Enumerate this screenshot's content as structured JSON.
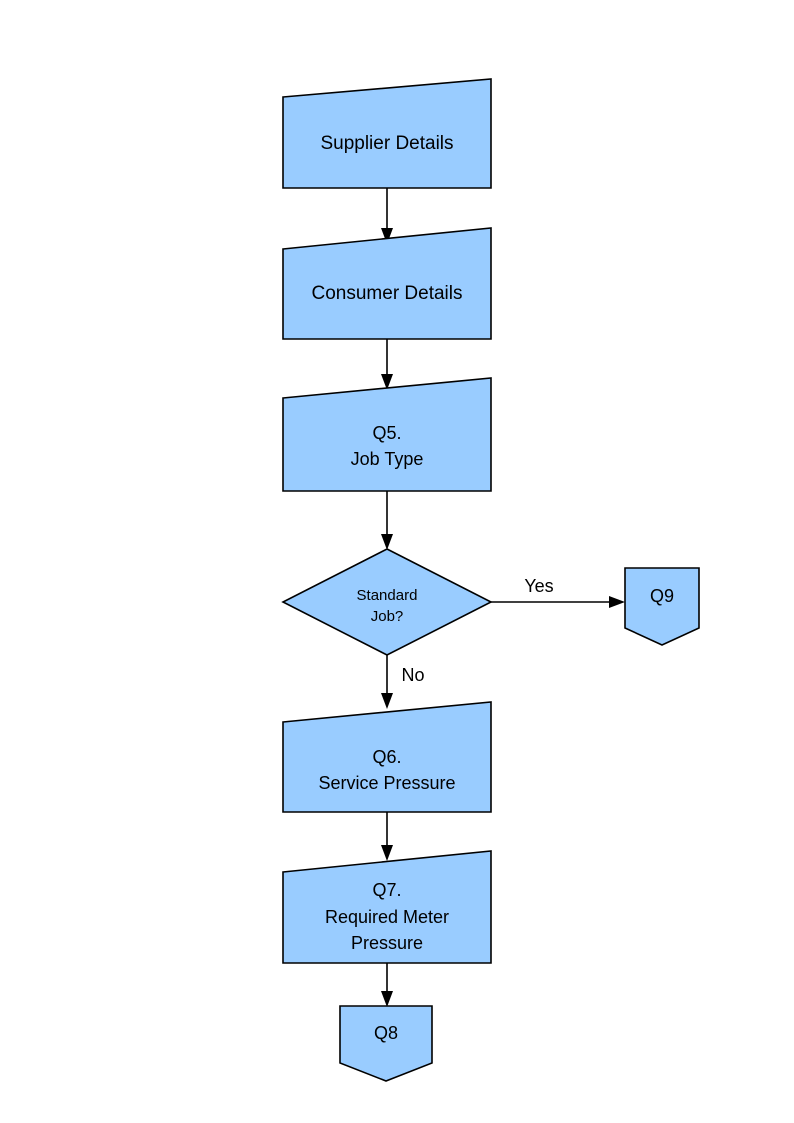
{
  "diagram": {
    "type": "flowchart",
    "orientation": "top-to-bottom",
    "background_color": "#ffffff",
    "node_fill_color": "#99ccff",
    "node_stroke_color": "#000000",
    "text_color": "#000000",
    "nodes": [
      {
        "id": "supplier-details",
        "label": "Supplier Details",
        "lines": [
          "Supplier Details"
        ],
        "shape": "slanted-top-rectangle"
      },
      {
        "id": "consumer-details",
        "label": "Consumer Details",
        "lines": [
          "Consumer Details"
        ],
        "shape": "slanted-top-rectangle"
      },
      {
        "id": "q5-job-type",
        "label": "Q5. Job Type",
        "lines": [
          "Q5.",
          "Job Type"
        ],
        "shape": "slanted-top-rectangle"
      },
      {
        "id": "standard-job-decision",
        "label": "Standard Job?",
        "lines": [
          "Standard",
          "Job?"
        ],
        "shape": "diamond"
      },
      {
        "id": "q9",
        "label": "Q9",
        "lines": [
          "Q9"
        ],
        "shape": "shield-pointed-bottom"
      },
      {
        "id": "q6-service-pressure",
        "label": "Q6. Service Pressure",
        "lines": [
          "Q6.",
          "Service Pressure"
        ],
        "shape": "slanted-top-rectangle"
      },
      {
        "id": "q7-required-meter-pressure",
        "label": "Q7. Required Meter Pressure",
        "lines": [
          "Q7.",
          "Required Meter",
          "Pressure"
        ],
        "shape": "slanted-top-rectangle"
      },
      {
        "id": "q8",
        "label": "Q8",
        "lines": [
          "Q8"
        ],
        "shape": "shield-pointed-bottom"
      }
    ],
    "edges": [
      {
        "id": "e1",
        "from": "supplier-details",
        "to": "consumer-details",
        "label": ""
      },
      {
        "id": "e2",
        "from": "consumer-details",
        "to": "q5-job-type",
        "label": ""
      },
      {
        "id": "e3",
        "from": "q5-job-type",
        "to": "standard-job-decision",
        "label": ""
      },
      {
        "id": "e4",
        "from": "standard-job-decision",
        "to": "q9",
        "label": "Yes"
      },
      {
        "id": "e5",
        "from": "standard-job-decision",
        "to": "q6-service-pressure",
        "label": "No"
      },
      {
        "id": "e6",
        "from": "q6-service-pressure",
        "to": "q7-required-meter-pressure",
        "label": ""
      },
      {
        "id": "e7",
        "from": "q7-required-meter-pressure",
        "to": "q8",
        "label": ""
      }
    ]
  },
  "labels": {
    "supplier_details": "Supplier Details",
    "consumer_details": "Consumer Details",
    "q5_line1": "Q5.",
    "q5_line2": "Job Type",
    "decision_line1": "Standard",
    "decision_line2": "Job?",
    "q9": "Q9",
    "q6_line1": "Q6.",
    "q6_line2": "Service Pressure",
    "q7_line1": "Q7.",
    "q7_line2": "Required Meter",
    "q7_line3": "Pressure",
    "q8": "Q8",
    "edge_yes": "Yes",
    "edge_no": "No"
  }
}
